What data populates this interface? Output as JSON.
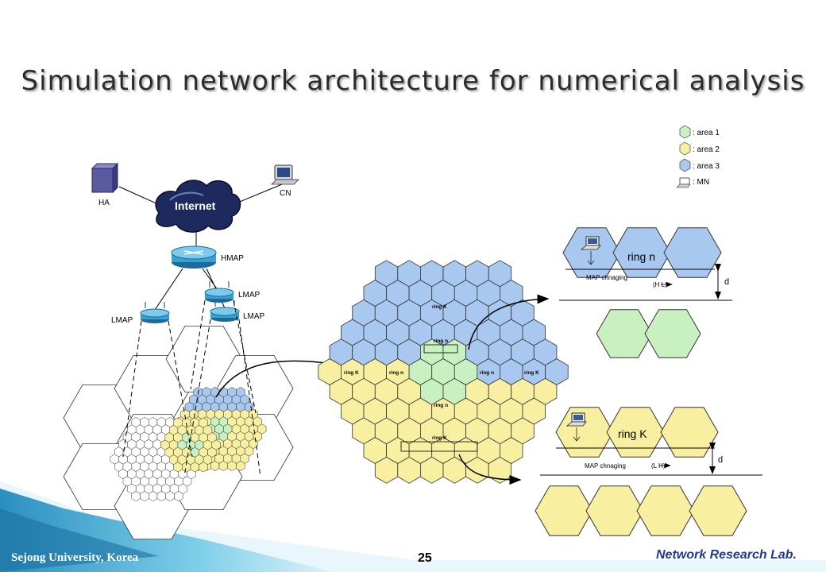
{
  "slide": {
    "title": "Simulation network architecture for numerical analysis",
    "page_number": "25",
    "footer_left": "Sejong University, Korea",
    "footer_right": "Network Research Lab."
  },
  "legend": {
    "area1": ": area 1",
    "area2": ": area 2",
    "area3": ": area 3",
    "mn": ":  MN"
  },
  "network": {
    "ha": "HA",
    "cn": "CN",
    "internet": "Internet",
    "hmap": "HMAP",
    "lmap_left": "LMAP",
    "lmap_top": "LMAP",
    "lmap_right": "LMAP"
  },
  "rings": {
    "ring_k": "ring K",
    "ring_n": "ring n"
  },
  "detail_top": {
    "ring": "ring n",
    "map_changing": "MAP chnaging",
    "direction": "(H      L)",
    "d": "d"
  },
  "detail_bottom": {
    "ring": "ring K",
    "map_changing": "MAP chnaging",
    "direction": "(L      H)",
    "d": "d"
  },
  "colors": {
    "area1": "#c8f0c0",
    "area2": "#f8f0a0",
    "area3": "#a8c8f0",
    "title_text": "#2b2b2b",
    "footer_right": "#1f3a93",
    "corner_band": "#5ab4dc"
  }
}
